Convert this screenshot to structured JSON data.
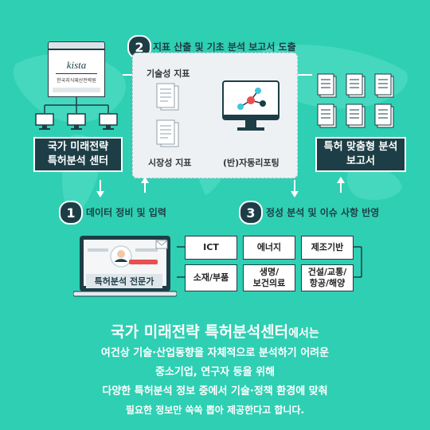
{
  "institute_logo": {
    "brand": "kista",
    "name": "한국지식재산전략원"
  },
  "left_center": {
    "line1": "국가 미래전략",
    "line2": "특허분석 센터"
  },
  "step2": {
    "number": "2",
    "label": "지표 산출 및 기초 분석 보고서 도출"
  },
  "center_panel": {
    "tech_index": "기술성 지표",
    "market_index": "시장성 지표",
    "auto_report": "(반)자동리포팅"
  },
  "right_report": {
    "line1": "특허 맞춤형 분석",
    "line2": "보고서"
  },
  "step1": {
    "number": "1",
    "label": "데이터 정비 및 입력"
  },
  "step3": {
    "number": "3",
    "label": "정성 분석 및 이슈 사항 반영"
  },
  "expert_label": "특허분석 전문가",
  "fields": [
    {
      "line1": "ICT",
      "line2": ""
    },
    {
      "line1": "에너지",
      "line2": ""
    },
    {
      "line1": "제조기반",
      "line2": ""
    },
    {
      "line1": "소재/부품",
      "line2": ""
    },
    {
      "line1": "생명/",
      "line2": "보건의료"
    },
    {
      "line1": "건설/교통/",
      "line2": "항공/해양"
    }
  ],
  "bottom_text": {
    "headline_main": "국가 미래전략 특허분석센터",
    "headline_suffix": "에서는",
    "line2": "여건상 기술·산업동향을 자체적으로 분석하기 어려운",
    "line3": "중소기업, 연구자 등을 위해",
    "line4": "다양한 특허분석 정보 중에서 기술·정책 환경에 맞춰",
    "line5": "필요한 정보만 쏙쏙 뽑아 제공한다고 합니다."
  },
  "colors": {
    "background": "#2fcfb3",
    "dark": "#1d3e46",
    "panel": "#eef1f4",
    "accent_red": "#e94f4f",
    "accent_cyan": "#3ec6e0"
  }
}
